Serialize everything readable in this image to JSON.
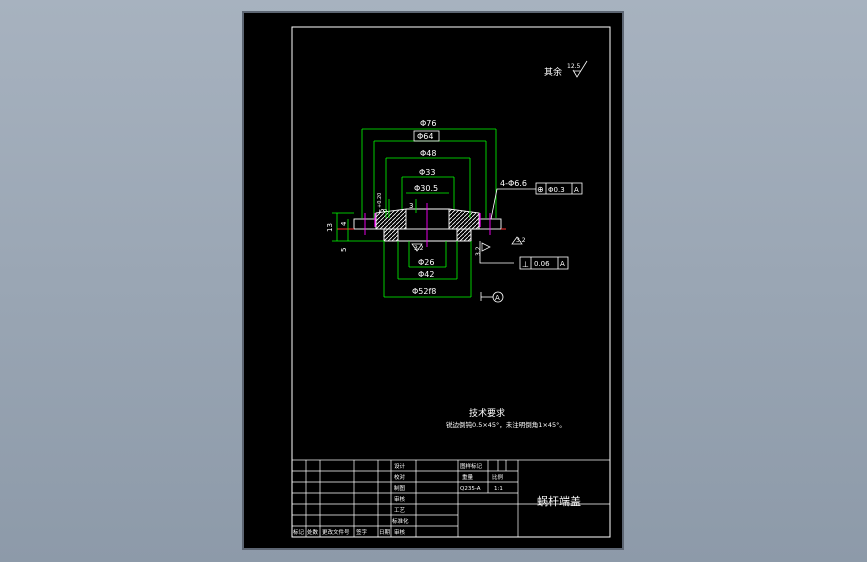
{
  "roughness": {
    "label": "其余",
    "value": "12.5"
  },
  "dimensions": {
    "d76": "Φ76",
    "d64": "Φ64",
    "d48": "Φ48",
    "d33": "Φ33",
    "d30_5": "Φ30.5",
    "d26": "Φ26",
    "d42": "Φ42",
    "d52f8": "Φ52f8",
    "holes": "4-Φ6.6",
    "h13": "13",
    "h4": "4",
    "h5": "5",
    "h3": "3",
    "tol_5": "5",
    "tol_upper": "+0.20",
    "tol_lower": "0",
    "r32a": "3.2",
    "r32b": "3.2",
    "r32c": "3.2"
  },
  "tolerances": {
    "position_symbol": "⊕",
    "position_value": "Φ0.3",
    "position_datum": "A",
    "perp_symbol": "⊥",
    "perp_value": "0.06",
    "perp_datum": "A",
    "datum_label": "A"
  },
  "notes": {
    "title": "技术要求",
    "line": "锐边倒钝0.5×45°，未注明倒角1×45°。"
  },
  "title_block": {
    "part_name": "蜗杆端盖",
    "material_label": "图样标记",
    "weight_label": "重量",
    "scale_label": "比例",
    "material": "Q235-A",
    "scale": "1:1",
    "row_design": "设计",
    "row_check": "校对",
    "row_drawn": "制图",
    "row_review": "审核",
    "row_approve": "工艺",
    "row_std": "标准化",
    "footer_mark": "标记",
    "footer_count": "处数",
    "footer_file": "更改文件号",
    "footer_sign": "签字",
    "footer_date": "日期",
    "footer_app": "审核"
  },
  "colors": {
    "sheet": "#000000",
    "border": "#ffffff",
    "dimension": "#00ff00",
    "center": "#ff00ff",
    "hidden": "#ff3030",
    "part": "#ffffff"
  }
}
